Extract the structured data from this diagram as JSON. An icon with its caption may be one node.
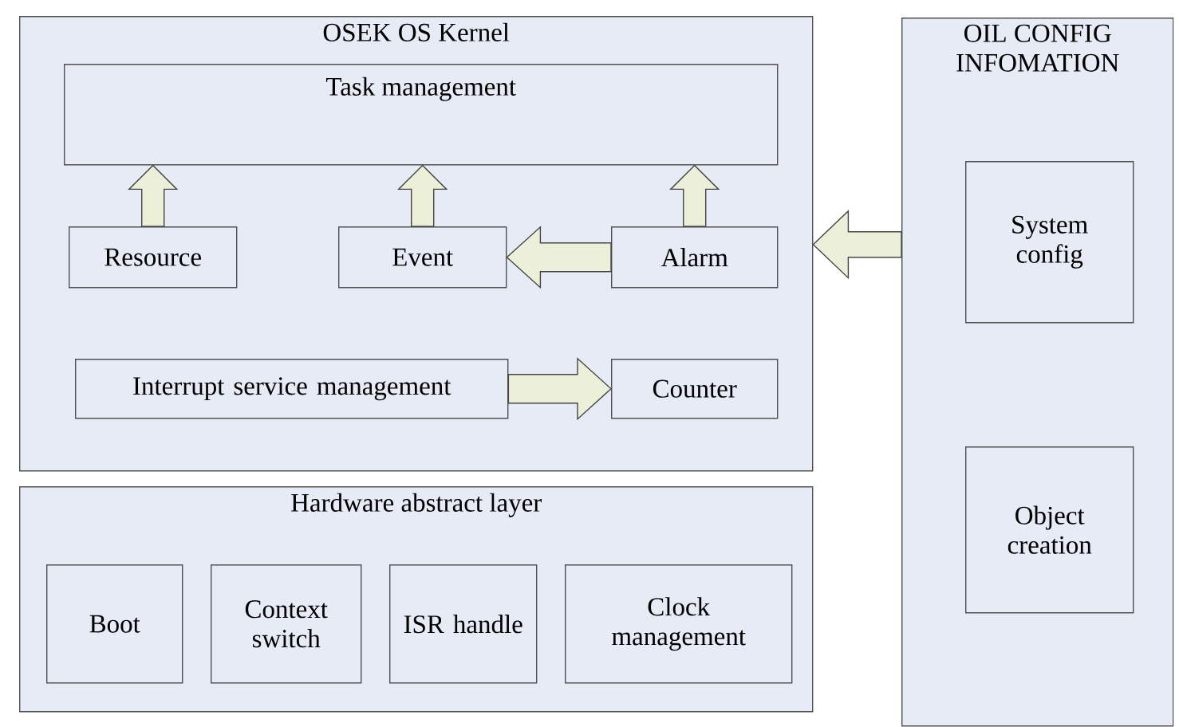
{
  "diagram": {
    "nodes": [
      {
        "text": [
          "OSEK OS Kernel"
        ]
      },
      {
        "text": [
          "Task management"
        ],
        "in": 0
      },
      {
        "text": [
          "Resource"
        ],
        "in": 0
      },
      {
        "text": [
          "Event"
        ],
        "in": 0
      },
      {
        "text": [
          "Alarm"
        ],
        "in": 0
      },
      {
        "text": [
          "Interrupt service management"
        ],
        "in": 0
      },
      {
        "text": [
          "Counter"
        ],
        "in": 0
      },
      {
        "text": [
          "Hardware abstract layer"
        ]
      },
      {
        "text": [
          "Boot"
        ],
        "in": 7
      },
      {
        "text": [
          "Context switch"
        ],
        "in": 7
      },
      {
        "text": [
          "ISR handle"
        ],
        "in": 7
      },
      {
        "text": [
          "Clock management"
        ],
        "in": 7
      },
      {
        "text": [
          "OIL CONFIG INFOMATION"
        ]
      },
      {
        "text": [
          "System config"
        ],
        "in": 12
      },
      {
        "text": [
          "Object creation"
        ],
        "in": 12
      }
    ],
    "edges": [
      {
        "from": 2,
        "to": 1,
        "arrow": "to"
      },
      {
        "from": 3,
        "to": 1,
        "arrow": "to"
      },
      {
        "from": 4,
        "to": 1,
        "arrow": "to"
      },
      {
        "from": 4,
        "to": 3,
        "arrow": "to"
      },
      {
        "from": 5,
        "to": 6,
        "arrow": "to"
      },
      {
        "from": 12,
        "to": 0,
        "arrow": "to"
      }
    ]
  }
}
